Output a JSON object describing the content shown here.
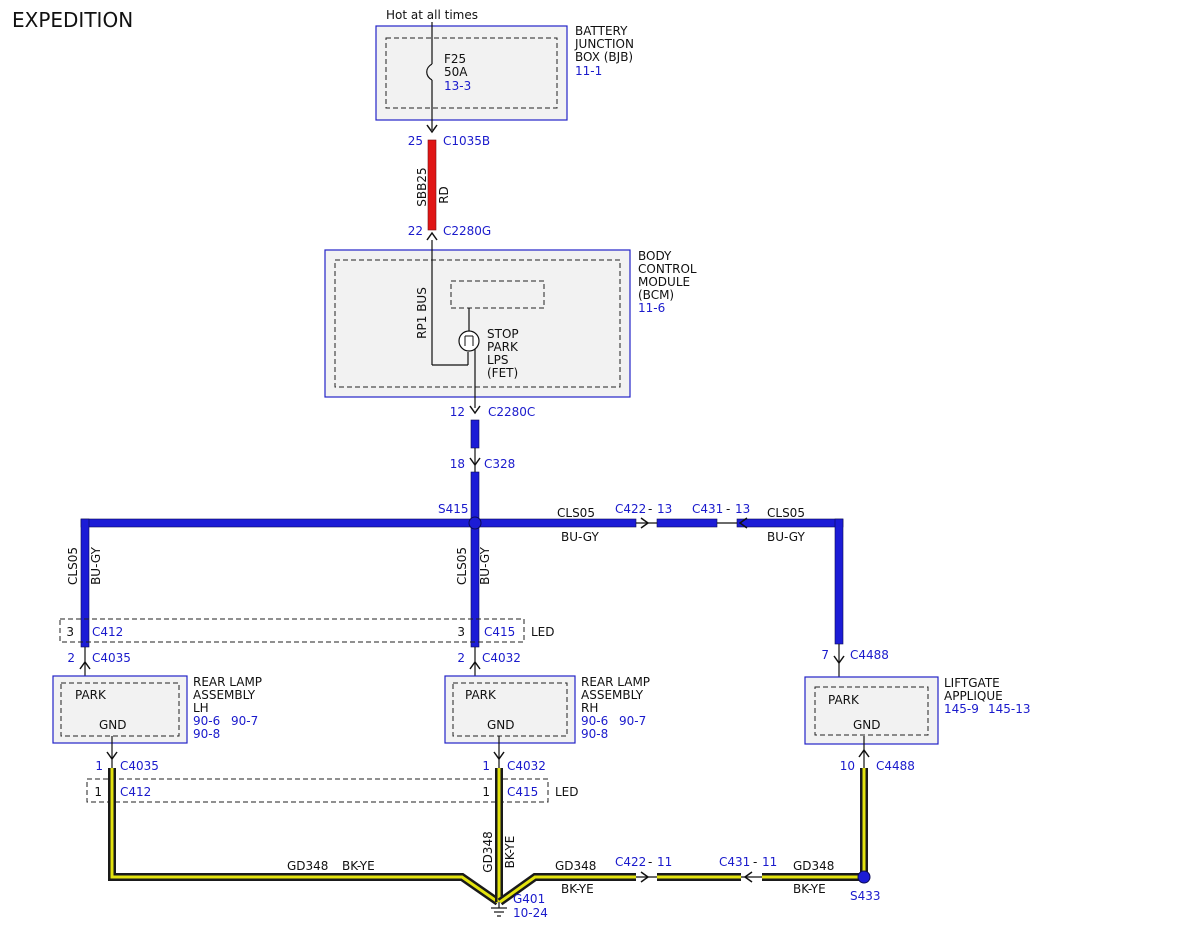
{
  "title": "EXPEDITION",
  "colors": {
    "wire_blue": "#1c1cd6",
    "wire_red": "#e01515",
    "wire_ground": "#e3e30f",
    "wire_ground_border": "#1a1a1a",
    "ref_text": "#1a1acc",
    "box_fill": "#f2f2f2"
  },
  "supply": {
    "label": "Hot at all times"
  },
  "bjb": {
    "name_lines": [
      "BATTERY",
      "JUNCTION",
      "BOX (BJB)"
    ],
    "ref": "11-1",
    "fuse": {
      "id": "F25",
      "rating": "50A",
      "ref": "13-3"
    }
  },
  "conn_c1035b": {
    "pin": "25",
    "name": "C1035B"
  },
  "wire_sbb25": {
    "circuit": "SBB25",
    "color": "RD"
  },
  "conn_c2280g": {
    "pin": "22",
    "name": "C2280G"
  },
  "bcm": {
    "name_lines": [
      "BODY",
      "CONTROL",
      "MODULE",
      "(BCM)"
    ],
    "ref": "11-6",
    "bus_label": "RP1 BUS",
    "fet_lines": [
      "STOP",
      "PARK",
      "LPS",
      "(FET)"
    ]
  },
  "conn_c2280c": {
    "pin": "12",
    "name": "C2280C"
  },
  "conn_c328": {
    "pin": "18",
    "name": "C328"
  },
  "splice_s415": {
    "name": "S415"
  },
  "wire_right_a": {
    "circuit": "CLS05",
    "color": "BU-GY"
  },
  "inline_c422_top": {
    "name": "C422",
    "pin": "13"
  },
  "inline_c431_top": {
    "name": "C431",
    "pin": "13"
  },
  "wire_right_b": {
    "circuit": "CLS05",
    "color": "BU-GY"
  },
  "wire_left": {
    "circuit": "CLS05",
    "color": "BU-GY"
  },
  "wire_mid": {
    "circuit": "CLS05",
    "color": "BU-GY"
  },
  "led_top": {
    "label": "LED",
    "left": {
      "pin": "3",
      "name": "C412"
    },
    "mid": {
      "pin": "3",
      "name": "C415"
    }
  },
  "conn_c4035_top": {
    "pin": "2",
    "name": "C4035"
  },
  "conn_c4032_top": {
    "pin": "2",
    "name": "C4032"
  },
  "conn_c4488_top": {
    "pin": "7",
    "name": "C4488"
  },
  "rear_lamp_lh": {
    "park": "PARK",
    "gnd": "GND",
    "name_lines": [
      "REAR LAMP",
      "ASSEMBLY",
      "LH"
    ],
    "refs": [
      "90-6",
      "90-7",
      "90-8"
    ]
  },
  "rear_lamp_rh": {
    "park": "PARK",
    "gnd": "GND",
    "name_lines": [
      "REAR LAMP",
      "ASSEMBLY",
      "RH"
    ],
    "refs": [
      "90-6",
      "90-7",
      "90-8"
    ]
  },
  "liftgate": {
    "park": "PARK",
    "gnd": "GND",
    "name_lines": [
      "LIFTGATE",
      "APPLIQUE"
    ],
    "refs": [
      "145-9",
      "145-13"
    ]
  },
  "conn_c4035_bot": {
    "pin": "1",
    "name": "C4035"
  },
  "conn_c4032_bot": {
    "pin": "1",
    "name": "C4032"
  },
  "conn_c4488_bot": {
    "pin": "10",
    "name": "C4488"
  },
  "led_bottom": {
    "label": "LED",
    "left": {
      "pin": "1",
      "name": "C412"
    },
    "mid": {
      "pin": "1",
      "name": "C415"
    }
  },
  "gnd_wire_left": {
    "circuit": "GD348",
    "color": "BK-YE"
  },
  "gnd_wire_mid": {
    "circuit": "GD348",
    "color": "BK-YE"
  },
  "gnd_wire_right_a": {
    "circuit": "GD348",
    "color": "BK-YE"
  },
  "inline_c422_bot": {
    "name": "C422",
    "pin": "11"
  },
  "inline_c431_bot": {
    "name": "C431",
    "pin": "11"
  },
  "gnd_wire_right_b": {
    "circuit": "GD348",
    "color": "BK-YE"
  },
  "splice_s433": {
    "name": "S433"
  },
  "ground_g401": {
    "name": "G401",
    "ref": "10-24"
  }
}
